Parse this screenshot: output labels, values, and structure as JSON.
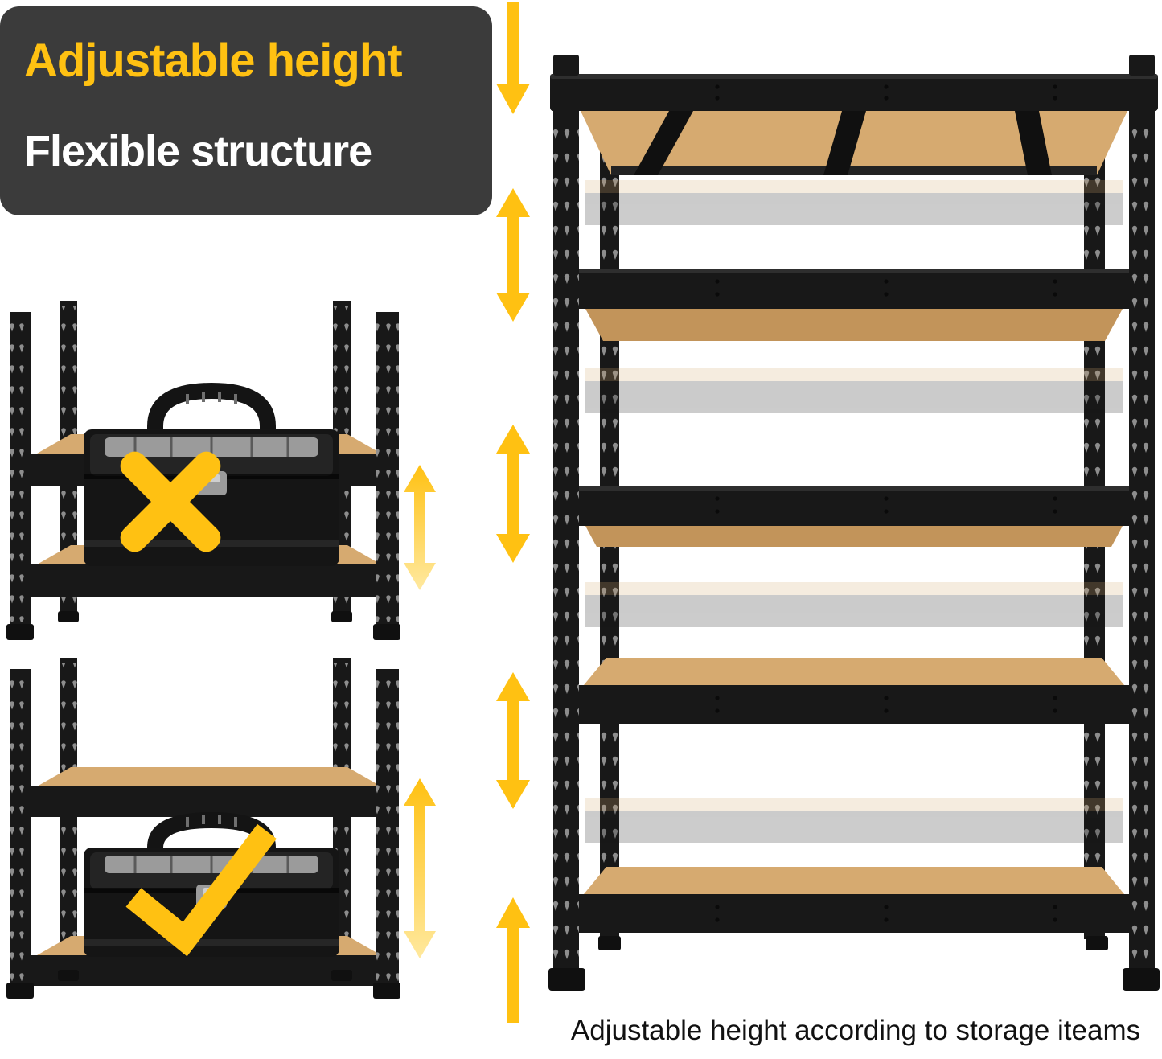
{
  "banner": {
    "title": "Adjustable height",
    "subtitle": "Flexible structure"
  },
  "caption": "Adjustable height according to storage iteams",
  "colors": {
    "page_bg": "#FFFFFF",
    "banner_bg": "#3B3B3B",
    "banner_title": "#FFC112",
    "banner_subtitle": "#FFFFFF",
    "accent_yellow": "#FFC112",
    "accent_yellow_light": "#FFE9A0",
    "frame_black": "#181818",
    "frame_dark": "#101010",
    "hole_gray": "#8D8D8D",
    "wood": "#D6AA70",
    "wood_shadow": "#C2945A",
    "toolbox_black": "#151515",
    "toolbox_gray": "#9B9B9B",
    "caption_text": "#111111"
  },
  "icons": {
    "x_mark": "✕",
    "check_mark": "✓",
    "arrow_down": "↓",
    "arrow_up": "↑",
    "double_arrow": "↕"
  }
}
